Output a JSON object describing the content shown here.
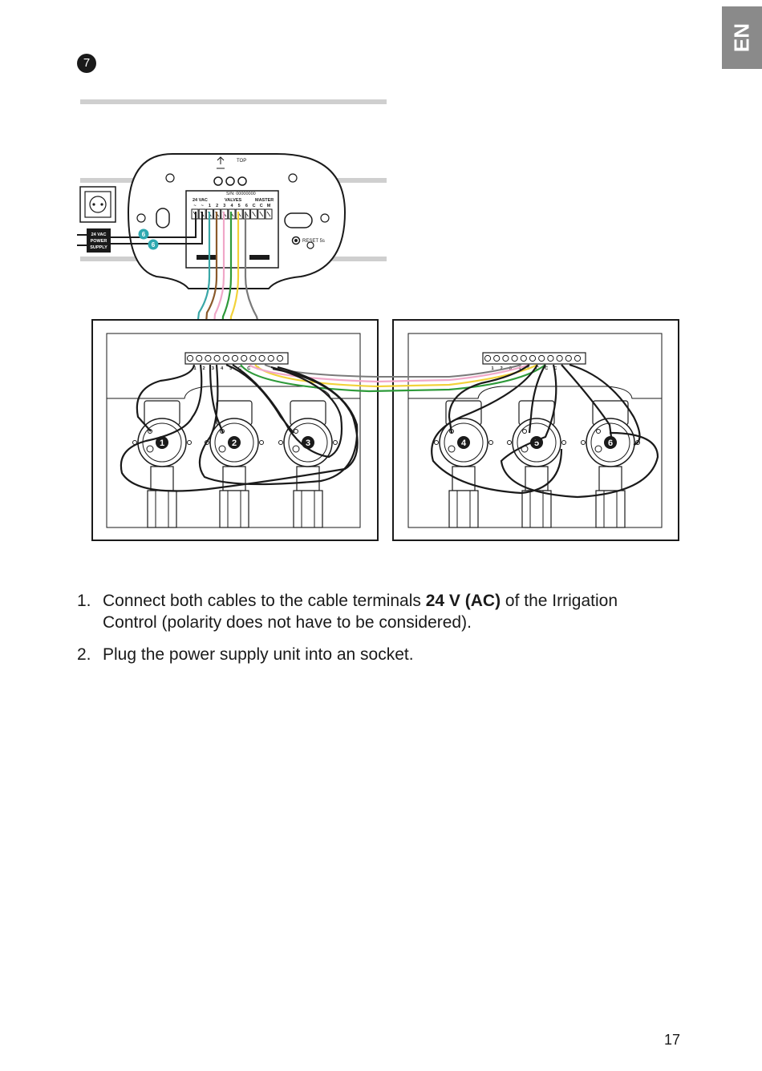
{
  "language_tab": "EN",
  "step_number": "7",
  "diagram": {
    "top_label": "TOP",
    "serial": "S/N: 00000000",
    "label_24vac": "24 VAC",
    "label_valves": "VALVES",
    "label_master": "MASTER",
    "terminal_labels": [
      "~",
      "~",
      "1",
      "2",
      "3",
      "4",
      "5",
      "6",
      "C",
      "C",
      "M"
    ],
    "reset_label": "RESET 5s",
    "power_supply_label": [
      "24 VAC",
      "POWER",
      "SUPPLY"
    ],
    "callout": "6",
    "box_terminal_labels": [
      "1",
      "2",
      "3",
      "4",
      "5",
      "C",
      "C",
      "C"
    ],
    "valve_numbers": [
      "1",
      "2",
      "3",
      "4",
      "5",
      "6"
    ],
    "wire_colors": {
      "power": "#1a1a1a",
      "valve1": "#3aa7a7",
      "valve2": "#8a5a2b",
      "valve3": "#f0a8c8",
      "valve4": "#2e9a3a",
      "valve5": "#f2d23a",
      "common": "#7a7a7a"
    },
    "accent_teal": "#2fa9b0"
  },
  "instructions": [
    {
      "number": "1.",
      "before": "Connect both cables to the cable terminals ",
      "bold": "24 V (AC)",
      "after": " of the Irrigation Control (polarity does not have to be considered)."
    },
    {
      "number": "2.",
      "before": "Plug the power supply unit into an socket.",
      "bold": "",
      "after": ""
    }
  ],
  "page_number": "17"
}
